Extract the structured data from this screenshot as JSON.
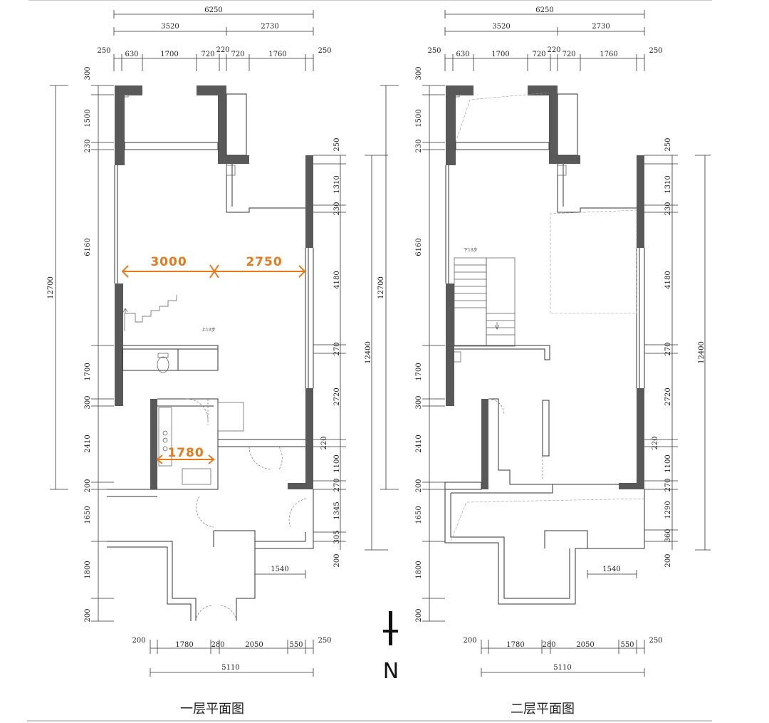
{
  "colors": {
    "wall": "#595959",
    "line": "#333333",
    "thin": "#888888",
    "accent": "#e8791a"
  },
  "floor1": {
    "title": "一层平面图",
    "top_dims": {
      "total": "6250",
      "mid": [
        "3520",
        "2730"
      ],
      "detail": [
        "250",
        "630",
        "1700",
        "720",
        "220",
        "720",
        "1760",
        "250"
      ]
    },
    "left_dims": {
      "total": "12700",
      "segments": [
        "300",
        "1500",
        "230",
        "6160",
        "1700",
        "300",
        "2410",
        "200",
        "1650",
        "1800",
        "200"
      ]
    },
    "right_dims": {
      "total": "12400",
      "segments": [
        "250",
        "1310",
        "230",
        "4180",
        "270",
        "2720",
        "220",
        "1100",
        "270",
        "1345",
        "305",
        "200"
      ]
    },
    "bottom_dims": {
      "detail": [
        "200",
        "1780",
        "280",
        "2050",
        "550",
        "250"
      ],
      "total": "5110"
    },
    "inner_dims": {
      "d1540": "1540"
    },
    "annotations": {
      "a3000": "3000",
      "a2750": "2750",
      "a1780": "1780"
    },
    "stair_label": "上18步"
  },
  "floor2": {
    "title": "二层平面图",
    "top_dims": {
      "total": "6250",
      "mid": [
        "3520",
        "2730"
      ],
      "detail": [
        "250",
        "630",
        "1700",
        "720",
        "220",
        "720",
        "1760",
        "250"
      ]
    },
    "left_dims": {
      "total": "12700",
      "segments": [
        "300",
        "1500",
        "230",
        "6160",
        "1700",
        "300",
        "2410",
        "200",
        "1650",
        "1800",
        "200"
      ]
    },
    "right_dims": {
      "total": "12400",
      "segments": [
        "250",
        "1310",
        "230",
        "4180",
        "270",
        "2720",
        "220",
        "1100",
        "270",
        "1290",
        "360",
        "200"
      ]
    },
    "bottom_dims": {
      "detail": [
        "200",
        "1780",
        "280",
        "2050",
        "550",
        "250"
      ],
      "total": "5110"
    },
    "inner_dims": {
      "d1540": "1540"
    },
    "stair_label": "下18步"
  },
  "north_label": "N"
}
